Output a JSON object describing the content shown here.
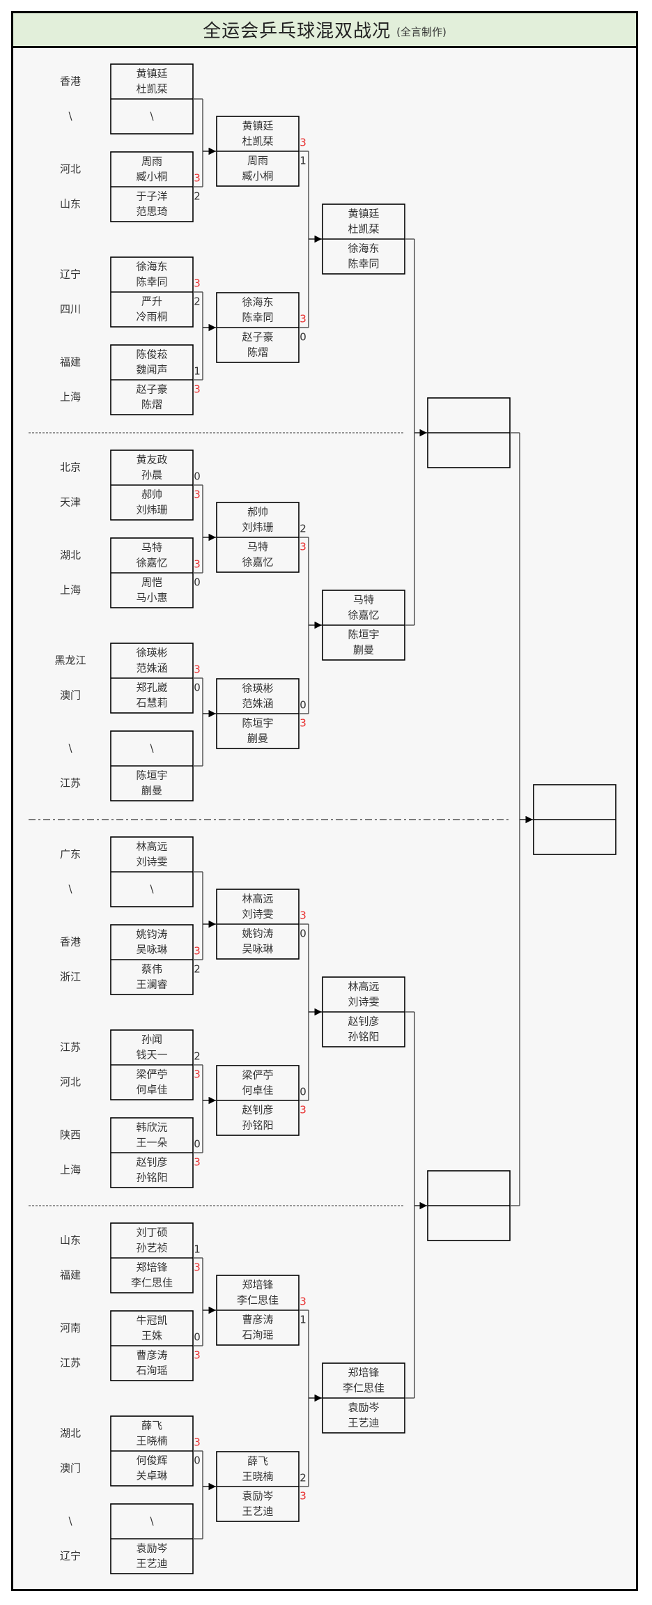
{
  "title": "全运会乒乓球混双战况",
  "subtitle": "(全言制作)",
  "colors": {
    "win_score": "#e83030",
    "score": "#333333",
    "title_bg": "#e2efda"
  },
  "bye_mark": "\\",
  "sections": [
    {
      "round1": [
        {
          "top": {
            "province": "香港",
            "players": [
              "黄镇廷",
              "杜凯栞"
            ],
            "score": ""
          },
          "bottom": {
            "province": "\\",
            "players": [
              "\\"
            ],
            "score": ""
          },
          "winner": "top"
        },
        {
          "top": {
            "province": "河北",
            "players": [
              "周雨",
              "臧小桐"
            ],
            "score": "3"
          },
          "bottom": {
            "province": "山东",
            "players": [
              "于子洋",
              "范思琦"
            ],
            "score": "2"
          },
          "winner": "top"
        },
        {
          "top": {
            "province": "辽宁",
            "players": [
              "徐海东",
              "陈幸同"
            ],
            "score": "3"
          },
          "bottom": {
            "province": "四川",
            "players": [
              "严升",
              "冷雨桐"
            ],
            "score": "2"
          },
          "winner": "top"
        },
        {
          "top": {
            "province": "福建",
            "players": [
              "陈俊菘",
              "魏闻声"
            ],
            "score": "1"
          },
          "bottom": {
            "province": "上海",
            "players": [
              "赵子豪",
              "陈熠"
            ],
            "score": "3"
          },
          "winner": "bottom"
        }
      ],
      "round2": [
        {
          "top": {
            "players": [
              "黄镇廷",
              "杜凯栞"
            ],
            "score": "3"
          },
          "bottom": {
            "players": [
              "周雨",
              "臧小桐"
            ],
            "score": "1"
          },
          "winner": "top"
        },
        {
          "top": {
            "players": [
              "徐海东",
              "陈幸同"
            ],
            "score": "3"
          },
          "bottom": {
            "players": [
              "赵子豪",
              "陈熠"
            ],
            "score": "0"
          },
          "winner": "top"
        }
      ],
      "round3": {
        "top": {
          "players": [
            "黄镇廷",
            "杜凯栞"
          ]
        },
        "bottom": {
          "players": [
            "徐海东",
            "陈幸同"
          ]
        }
      }
    },
    {
      "round1": [
        {
          "top": {
            "province": "北京",
            "players": [
              "黄友政",
              "孙晨"
            ],
            "score": "0"
          },
          "bottom": {
            "province": "天津",
            "players": [
              "郝帅",
              "刘炜珊"
            ],
            "score": "3"
          },
          "winner": "bottom"
        },
        {
          "top": {
            "province": "湖北",
            "players": [
              "马特",
              "徐嘉忆"
            ],
            "score": "3"
          },
          "bottom": {
            "province": "上海",
            "players": [
              "周恺",
              "马小惠"
            ],
            "score": "0"
          },
          "winner": "top"
        },
        {
          "top": {
            "province": "黑龙江",
            "players": [
              "徐瑛彬",
              "范姝涵"
            ],
            "score": "3"
          },
          "bottom": {
            "province": "澳门",
            "players": [
              "郑孔崴",
              "石慧莉"
            ],
            "score": "0"
          },
          "winner": "top"
        },
        {
          "top": {
            "province": "\\",
            "players": [
              "\\"
            ],
            "score": ""
          },
          "bottom": {
            "province": "江苏",
            "players": [
              "陈垣宇",
              "蒯曼"
            ],
            "score": ""
          },
          "winner": "bottom"
        }
      ],
      "round2": [
        {
          "top": {
            "players": [
              "郝帅",
              "刘炜珊"
            ],
            "score": "2"
          },
          "bottom": {
            "players": [
              "马特",
              "徐嘉忆"
            ],
            "score": "3"
          },
          "winner": "bottom"
        },
        {
          "top": {
            "players": [
              "徐瑛彬",
              "范姝涵"
            ],
            "score": "0"
          },
          "bottom": {
            "players": [
              "陈垣宇",
              "蒯曼"
            ],
            "score": "3"
          },
          "winner": "bottom"
        }
      ],
      "round3": {
        "top": {
          "players": [
            "马特",
            "徐嘉忆"
          ]
        },
        "bottom": {
          "players": [
            "陈垣宇",
            "蒯曼"
          ]
        }
      }
    },
    {
      "round1": [
        {
          "top": {
            "province": "广东",
            "players": [
              "林高远",
              "刘诗雯"
            ],
            "score": ""
          },
          "bottom": {
            "province": "\\",
            "players": [
              "\\"
            ],
            "score": ""
          },
          "winner": "top"
        },
        {
          "top": {
            "province": "香港",
            "players": [
              "姚钧涛",
              "吴咏琳"
            ],
            "score": "3"
          },
          "bottom": {
            "province": "浙江",
            "players": [
              "蔡伟",
              "王澜睿"
            ],
            "score": "2"
          },
          "winner": "top"
        },
        {
          "top": {
            "province": "江苏",
            "players": [
              "孙闻",
              "钱天一"
            ],
            "score": "2"
          },
          "bottom": {
            "province": "河北",
            "players": [
              "梁俨苧",
              "何卓佳"
            ],
            "score": "3"
          },
          "winner": "bottom"
        },
        {
          "top": {
            "province": "陕西",
            "players": [
              "韩欣沅",
              "王一朵"
            ],
            "score": "0"
          },
          "bottom": {
            "province": "上海",
            "players": [
              "赵钊彦",
              "孙铭阳"
            ],
            "score": "3"
          },
          "winner": "bottom"
        }
      ],
      "round2": [
        {
          "top": {
            "players": [
              "林高远",
              "刘诗雯"
            ],
            "score": "3"
          },
          "bottom": {
            "players": [
              "姚钧涛",
              "吴咏琳"
            ],
            "score": "0"
          },
          "winner": "top"
        },
        {
          "top": {
            "players": [
              "梁俨苧",
              "何卓佳"
            ],
            "score": "0"
          },
          "bottom": {
            "players": [
              "赵钊彦",
              "孙铭阳"
            ],
            "score": "3"
          },
          "winner": "bottom"
        }
      ],
      "round3": {
        "top": {
          "players": [
            "林高远",
            "刘诗雯"
          ]
        },
        "bottom": {
          "players": [
            "赵钊彦",
            "孙铭阳"
          ]
        }
      }
    },
    {
      "round1": [
        {
          "top": {
            "province": "山东",
            "players": [
              "刘丁硕",
              "孙艺祯"
            ],
            "score": "1"
          },
          "bottom": {
            "province": "福建",
            "players": [
              "郑培锋",
              "李仁思佳"
            ],
            "score": "3"
          },
          "winner": "bottom"
        },
        {
          "top": {
            "province": "河南",
            "players": [
              "牛冠凯",
              "王姝"
            ],
            "score": "0"
          },
          "bottom": {
            "province": "江苏",
            "players": [
              "曹彦涛",
              "石洵瑶"
            ],
            "score": "3"
          },
          "winner": "bottom"
        },
        {
          "top": {
            "province": "湖北",
            "players": [
              "薛飞",
              "王晓楠"
            ],
            "score": "3"
          },
          "bottom": {
            "province": "澳门",
            "players": [
              "何俊辉",
              "关卓琳"
            ],
            "score": "0"
          },
          "winner": "top"
        },
        {
          "top": {
            "province": "\\",
            "players": [
              "\\"
            ],
            "score": ""
          },
          "bottom": {
            "province": "辽宁",
            "players": [
              "袁励岑",
              "王艺迪"
            ],
            "score": ""
          },
          "winner": "bottom"
        }
      ],
      "round2": [
        {
          "top": {
            "players": [
              "郑培锋",
              "李仁思佳"
            ],
            "score": "3"
          },
          "bottom": {
            "players": [
              "曹彦涛",
              "石洵瑶"
            ],
            "score": "1"
          },
          "winner": "top"
        },
        {
          "top": {
            "players": [
              "薛飞",
              "王晓楠"
            ],
            "score": "2"
          },
          "bottom": {
            "players": [
              "袁励岑",
              "王艺迪"
            ],
            "score": "3"
          },
          "winner": "bottom"
        }
      ],
      "round3": {
        "top": {
          "players": [
            "郑培锋",
            "李仁思佳"
          ]
        },
        "bottom": {
          "players": [
            "袁励岑",
            "王艺迪"
          ]
        }
      }
    }
  ],
  "semifinals": [
    {
      "top": {
        "players": []
      },
      "bottom": {
        "players": []
      }
    },
    {
      "top": {
        "players": []
      },
      "bottom": {
        "players": []
      }
    }
  ],
  "final": {
    "top": {
      "players": []
    },
    "bottom": {
      "players": []
    }
  }
}
